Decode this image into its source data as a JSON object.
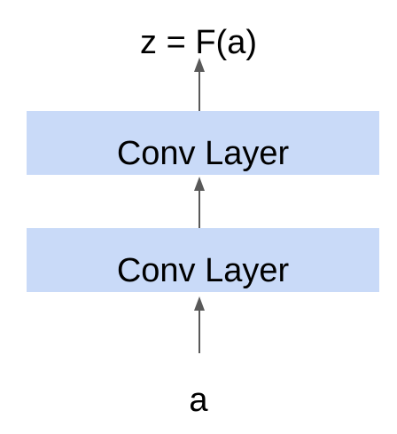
{
  "diagram": {
    "output_label": "z = F(a)",
    "layers": [
      {
        "label": "Conv Layer"
      },
      {
        "label": "Conv Layer"
      }
    ],
    "input_label": "a"
  },
  "colors": {
    "layer_fill": "#c9daf8",
    "arrow": "#595959",
    "text": "#000000"
  }
}
